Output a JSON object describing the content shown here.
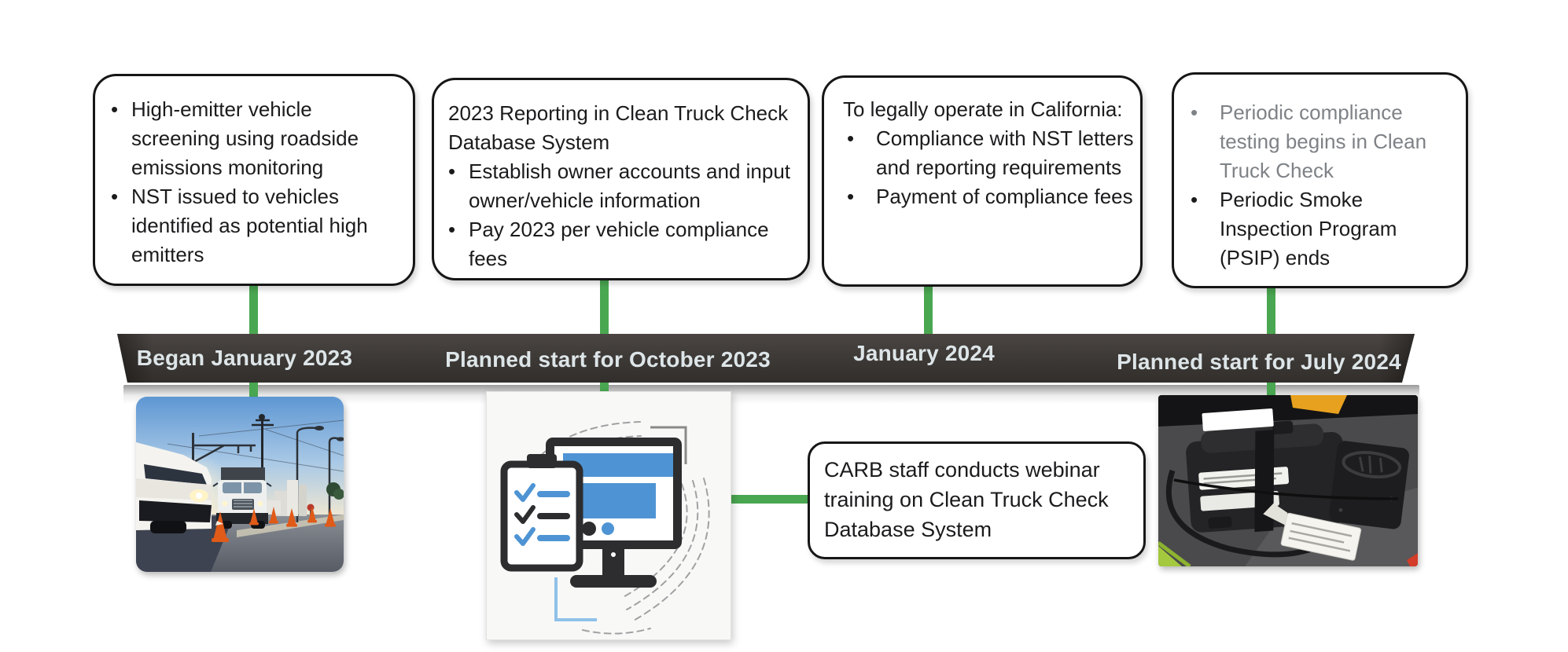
{
  "ui": {
    "bullet": "•"
  },
  "colors": {
    "connector_green": "#4aa751",
    "timeline_bar": "#3e3a37",
    "bar_text": "#dde5e8",
    "muted_text": "#7e8286",
    "accent_blue": "#4e94d4"
  },
  "timeline": {
    "labels": [
      "Began January 2023",
      "Planned start for October 2023",
      "January 2024",
      "Planned start for July 2024"
    ]
  },
  "boxes": [
    {
      "items": [
        {
          "text": "High-emitter vehicle screening using roadside emissions monitoring"
        },
        {
          "text": "NST issued to vehicles identified as potential high emitters"
        }
      ]
    },
    {
      "heading": "2023 Reporting in Clean Truck Check Database System",
      "items": [
        {
          "text": "Establish owner accounts and input owner/vehicle information"
        },
        {
          "text": "Pay 2023 per vehicle compliance fees"
        }
      ]
    },
    {
      "heading": "To legally operate in California:",
      "items": [
        {
          "text": "Compliance with NST letters and reporting requirements"
        },
        {
          "text": "Payment of compliance fees"
        }
      ]
    },
    {
      "items": [
        {
          "text": "Periodic compliance testing begins in Clean Truck Check",
          "muted": true
        },
        {
          "text": "Periodic Smoke Inspection Program (PSIP) ends"
        }
      ]
    }
  ],
  "callout": {
    "text": "CARB staff conducts webinar training on Clean Truck Check Database System"
  }
}
